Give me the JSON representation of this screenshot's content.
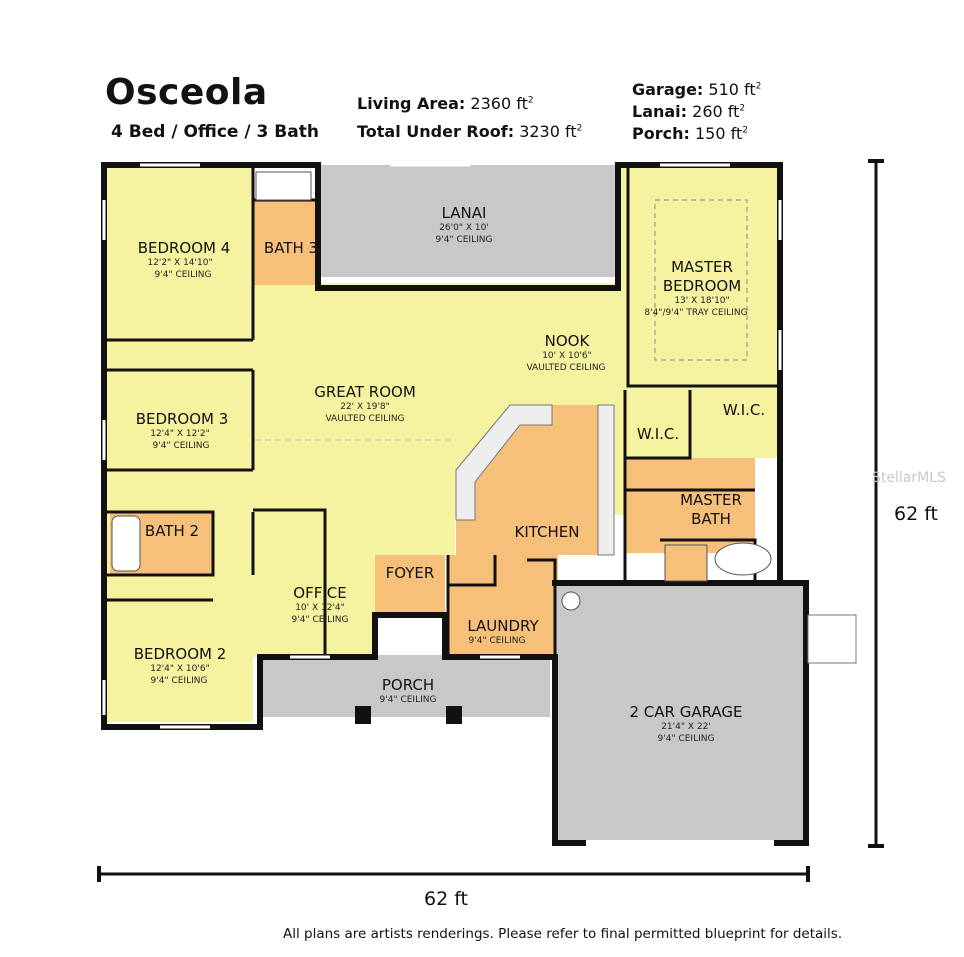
{
  "header": {
    "title": "Osceola",
    "subtitle": "4 Bed / Office / 3 Bath",
    "living_area_label": "Living Area:",
    "living_area_value": "2360 ft",
    "total_roof_label": "Total Under Roof:",
    "total_roof_value": "3230 ft",
    "garage_label": "Garage:",
    "garage_value": "510 ft",
    "lanai_label": "Lanai:",
    "lanai_value": "260 ft",
    "porch_label": "Porch:",
    "porch_value": "150 ft",
    "sq_mark": "2"
  },
  "colors": {
    "living": "#f6f3a0",
    "wet": "#f6c07a",
    "outdoor": "#c8c8c8",
    "wall": "#111111"
  },
  "rooms": {
    "lanai": {
      "name": "LANAI",
      "dim": "26'0\" X 10'",
      "ceiling": "9'4\" CEILING"
    },
    "master_bedroom": {
      "name1": "MASTER",
      "name2": "BEDROOM",
      "dim": "13' X 18'10\"",
      "ceiling": "8'4\"/9'4\" TRAY CEILING"
    },
    "bedroom4": {
      "name": "BEDROOM 4",
      "dim": "12'2\" X 14'10\"",
      "ceiling": "9'4\" CEILING"
    },
    "bath3": {
      "name": "BATH 3"
    },
    "nook": {
      "name": "NOOK",
      "dim": "10' X 10'6\"",
      "ceiling": "VAULTED CEILING"
    },
    "great_room": {
      "name": "GREAT ROOM",
      "dim": "22' X 19'8\"",
      "ceiling": "VAULTED CEILING"
    },
    "bedroom3": {
      "name": "BEDROOM 3",
      "dim": "12'4\" X 12'2\"",
      "ceiling": "9'4\" CEILING"
    },
    "wic1": {
      "name": "W.I.C."
    },
    "wic2": {
      "name": "W.I.C."
    },
    "master_bath": {
      "name1": "MASTER",
      "name2": "BATH"
    },
    "kitchen": {
      "name": "KITCHEN"
    },
    "bath2": {
      "name": "BATH 2"
    },
    "office": {
      "name": "OFFICE",
      "dim": "10' X 12'4\"",
      "ceiling": "9'4\" CEILING"
    },
    "foyer": {
      "name": "FOYER"
    },
    "laundry": {
      "name": "LAUNDRY",
      "ceiling": "9'4\" CEILING"
    },
    "bedroom2": {
      "name": "BEDROOM 2",
      "dim": "12'4\" X 10'6\"",
      "ceiling": "9'4\" CEILING"
    },
    "porch": {
      "name": "PORCH",
      "ceiling": "9'4\" CEILING"
    },
    "garage": {
      "name": "2 CAR GARAGE",
      "dim": "21'4\" X 22'",
      "ceiling": "9'4\" CEILING"
    }
  },
  "dimensions": {
    "width": "62 ft",
    "depth": "62 ft"
  },
  "footer": {
    "disclaimer": "All plans are artists renderings. Please refer to final permitted blueprint for details."
  },
  "watermark": "StellarMLS"
}
